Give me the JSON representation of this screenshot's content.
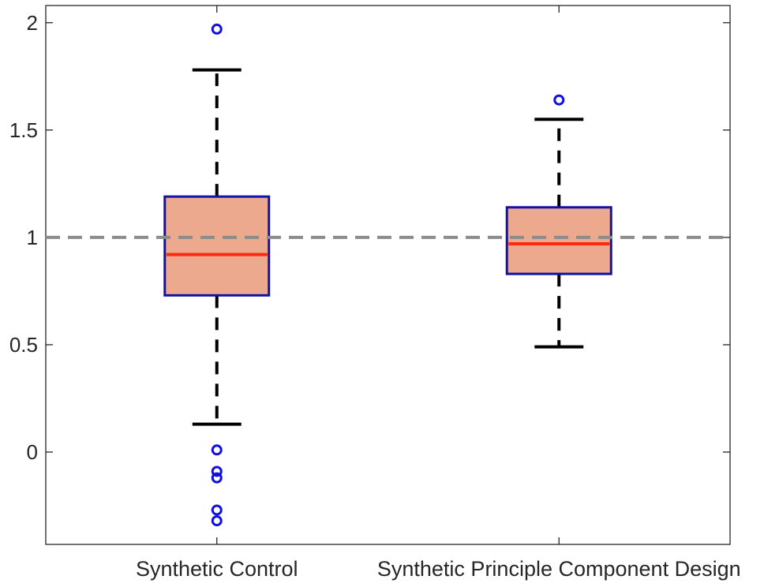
{
  "chart_data": {
    "type": "box",
    "title": "",
    "xlabel": "",
    "ylabel": "",
    "ylim": [
      -0.43,
      2.08
    ],
    "yticks": [
      0,
      0.5,
      1,
      1.5,
      2
    ],
    "ytick_labels": [
      "0",
      "0.5",
      "1",
      "1.5",
      "2"
    ],
    "grid": false,
    "reference_line": {
      "y": 1,
      "style": "dashed",
      "color": "#8c8c8c"
    },
    "colors": {
      "box_fill": "#eca98d",
      "box_edge": "#1212a8",
      "median": "#ff2a10",
      "whisker": "#000000",
      "outlier": "#1010e0",
      "axes": "#262626"
    },
    "categories": [
      "Synthetic Control",
      "Synthetic Principle Component Design"
    ],
    "boxes": [
      {
        "name": "Synthetic Control",
        "whisker_low": 0.13,
        "q1": 0.73,
        "median": 0.92,
        "q3": 1.19,
        "whisker_high": 1.78,
        "outliers": [
          1.97,
          0.01,
          -0.09,
          -0.12,
          -0.27,
          -0.32
        ]
      },
      {
        "name": "Synthetic Principle Component Design",
        "whisker_low": 0.49,
        "q1": 0.83,
        "median": 0.97,
        "q3": 1.14,
        "whisker_high": 1.55,
        "outliers": [
          1.64
        ]
      }
    ]
  }
}
